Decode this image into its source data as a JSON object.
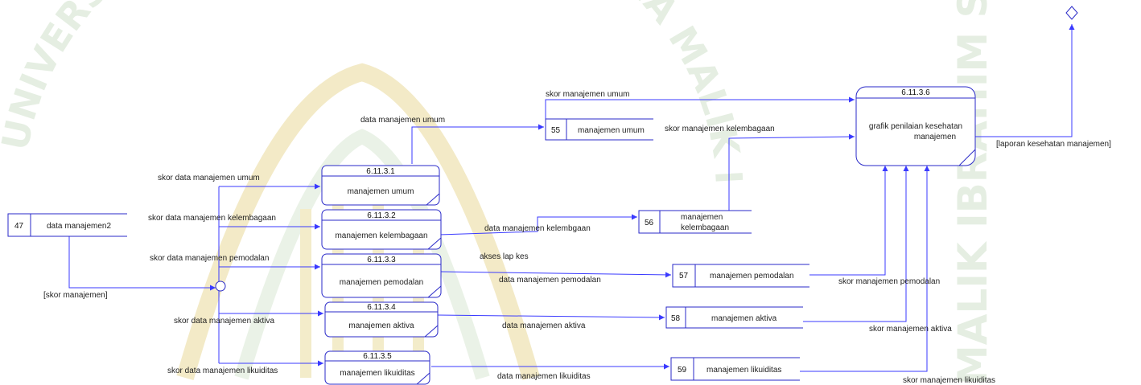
{
  "watermark": {
    "arc_text": "UNIVERSITAS ISLAM NEGERI MAULANA MALIK IBRAHIM",
    "vertical_text": "MALIK IBRAHIM STATE ISL",
    "color": "#c8ddc4"
  },
  "colors": {
    "line": "#3a3aff",
    "box": "#2a2ac8",
    "text": "#222222"
  },
  "processes": {
    "p1": {
      "id": "6.11.3.1",
      "name": "manajemen umum"
    },
    "p2": {
      "id": "6.11.3.2",
      "name": "manajemen kelembagaan"
    },
    "p3": {
      "id": "6.11.3.3",
      "name": "manajemen pemodalan"
    },
    "p4": {
      "id": "6.11.3.4",
      "name": "manajemen aktiva"
    },
    "p5": {
      "id": "6.11.3.5",
      "name": "manajemen likuiditas"
    },
    "p6": {
      "id": "6.11.3.6",
      "name_line1": "grafik penilaian kesehatan",
      "name_line2": "manajemen"
    }
  },
  "stores": {
    "s47": {
      "num": "47",
      "name": "data manajemen2"
    },
    "s55": {
      "num": "55",
      "name": "manajemen umum"
    },
    "s56": {
      "num": "56",
      "name_line1": "manajemen",
      "name_line2": "kelembagaan"
    },
    "s57": {
      "num": "57",
      "name": "manajemen pemodalan"
    },
    "s58": {
      "num": "58",
      "name": "manajemen aktiva"
    },
    "s59": {
      "num": "59",
      "name": "manajemen likuiditas"
    }
  },
  "flows": {
    "skor_manajemen": "[skor manajemen]",
    "skor_data_umum": "skor data manajemen umum",
    "skor_data_kelembagaan": "skor data manajemen kelembagaan",
    "skor_data_pemodalan": "skor data manajemen pemodalan",
    "skor_data_aktiva": "skor data manajemen aktiva",
    "skor_data_likuiditas": "skor data manajemen likuiditas",
    "data_umum": "data manajemen umum",
    "data_kelembagaan": "data manajemen kelembgaan",
    "akses_lap_kes": "akses lap kes",
    "data_pemodalan": "data manajemen pemodalan",
    "data_aktiva": "data manajemen aktiva",
    "data_likuiditas": "data manajemen likuiditas",
    "skor_umum": "skor manajemen umum",
    "skor_kelembagaan": "skor manajemen kelembagaan",
    "skor_pemodalan": "skor manajemen pemodalan",
    "skor_aktiva": "skor manajemen aktiva",
    "skor_likuiditas": "skor manajemen likuiditas",
    "laporan": "[laporan kesehatan manajemen]"
  }
}
